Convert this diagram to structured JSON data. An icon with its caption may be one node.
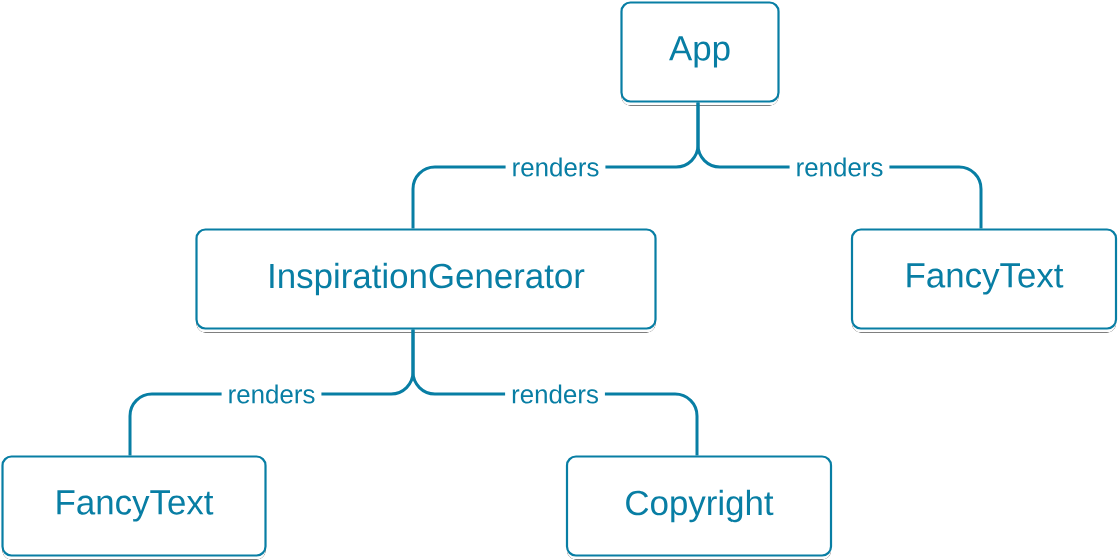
{
  "diagram": {
    "nodes": [
      {
        "text": [
          "App"
        ]
      },
      {
        "text": [
          "InspirationGenerator"
        ]
      },
      {
        "text": [
          "FancyText"
        ]
      },
      {
        "text": [
          "FancyText"
        ]
      },
      {
        "text": [
          "Copyright"
        ]
      }
    ],
    "edges": [
      {
        "from": 0,
        "to": 1,
        "arrow": "none",
        "label": "renders"
      },
      {
        "from": 0,
        "to": 2,
        "arrow": "none",
        "label": "renders"
      },
      {
        "from": 1,
        "to": 3,
        "arrow": "none",
        "label": "renders"
      },
      {
        "from": 1,
        "to": 4,
        "arrow": "none",
        "label": "renders"
      }
    ]
  }
}
